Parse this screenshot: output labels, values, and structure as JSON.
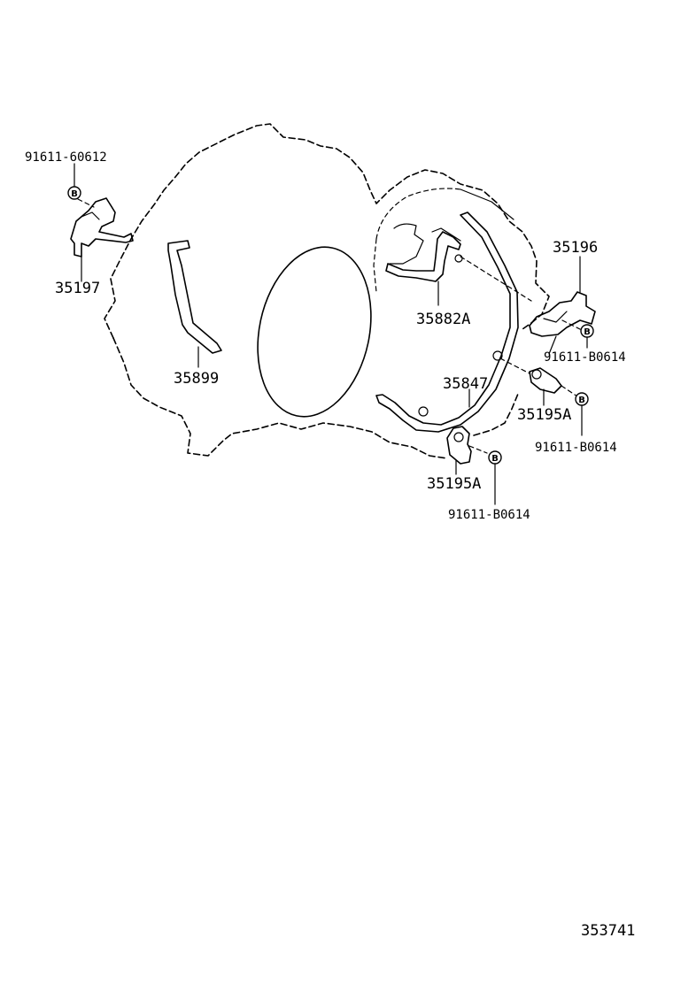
{
  "labels": {
    "bolt_top_left": "91611-60612",
    "bracket_left": "35197",
    "tube_left": "35899",
    "tube_upper": "35882A",
    "bracket_right": "35196",
    "bolt_right_upper": "91611-B0614",
    "tube_lower": "35847",
    "clamp_right": "35195A",
    "bolt_right_lower": "91611-B0614",
    "clamp_bottom": "35195A",
    "bolt_bottom": "91611-B0614"
  },
  "bolt_symbol": "B",
  "diagram_id": "353741"
}
